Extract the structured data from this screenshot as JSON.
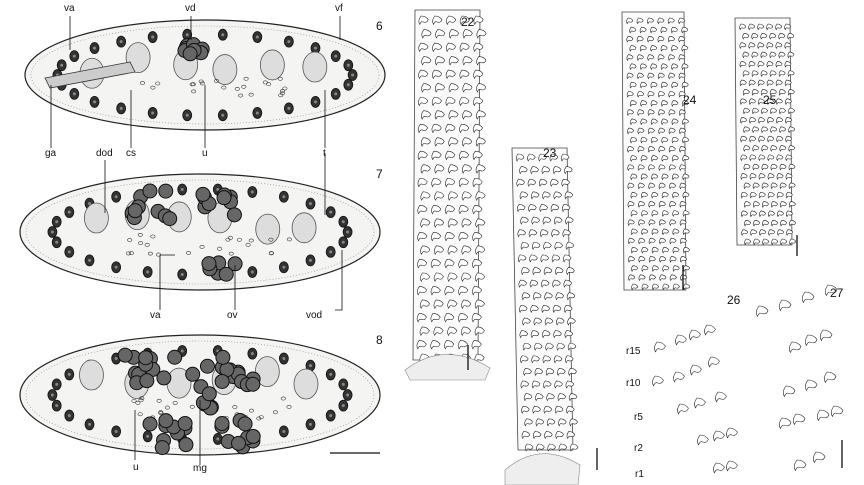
{
  "figures": {
    "fig6": {
      "number": "6",
      "labels": {
        "va": "va",
        "vd": "vd",
        "vf": "vf",
        "ga": "ga",
        "cs": "cs",
        "u": "u",
        "t": "t"
      }
    },
    "fig7": {
      "number": "7",
      "labels": {
        "dod": "dod",
        "va": "va",
        "ov": "ov",
        "vod": "vod"
      }
    },
    "fig8": {
      "number": "8",
      "labels": {
        "u": "u",
        "mg": "mg"
      }
    },
    "fig22": {
      "number": "22"
    },
    "fig23": {
      "number": "23"
    },
    "fig24": {
      "number": "24"
    },
    "fig25": {
      "number": "25"
    },
    "fig26": {
      "number": "26",
      "rows": [
        "r15",
        "r10",
        "r5",
        "r2",
        "r1"
      ]
    },
    "fig27": {
      "number": "27"
    }
  }
}
